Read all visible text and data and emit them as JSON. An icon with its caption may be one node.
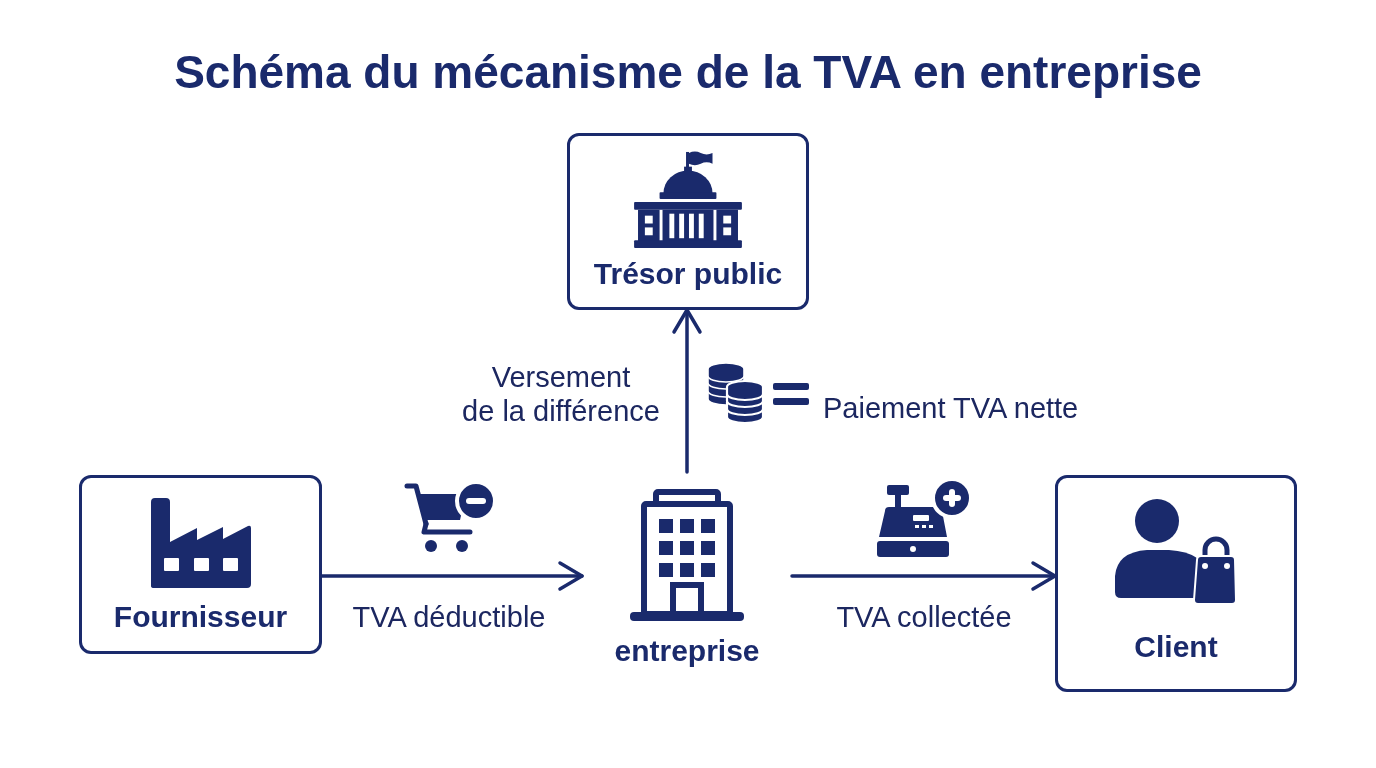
{
  "diagram": {
    "title": "Schéma du mécanisme de la TVA en entreprise",
    "nodes": [
      {
        "text": [
          "Trésor public"
        ]
      },
      {
        "text": [
          "Fournisseur"
        ]
      },
      {
        "text": [
          "entreprise"
        ]
      },
      {
        "text": [
          "Client"
        ]
      }
    ],
    "edges": [
      {
        "from": 1,
        "to": 2,
        "arrow": "to",
        "label": "TVA déductible"
      },
      {
        "from": 2,
        "to": 3,
        "arrow": "to",
        "label": "TVA collectée"
      },
      {
        "from": 2,
        "to": 0,
        "arrow": "to",
        "label": "Versement de la différence"
      }
    ],
    "labels": [
      "Paiement TVA nette"
    ]
  }
}
